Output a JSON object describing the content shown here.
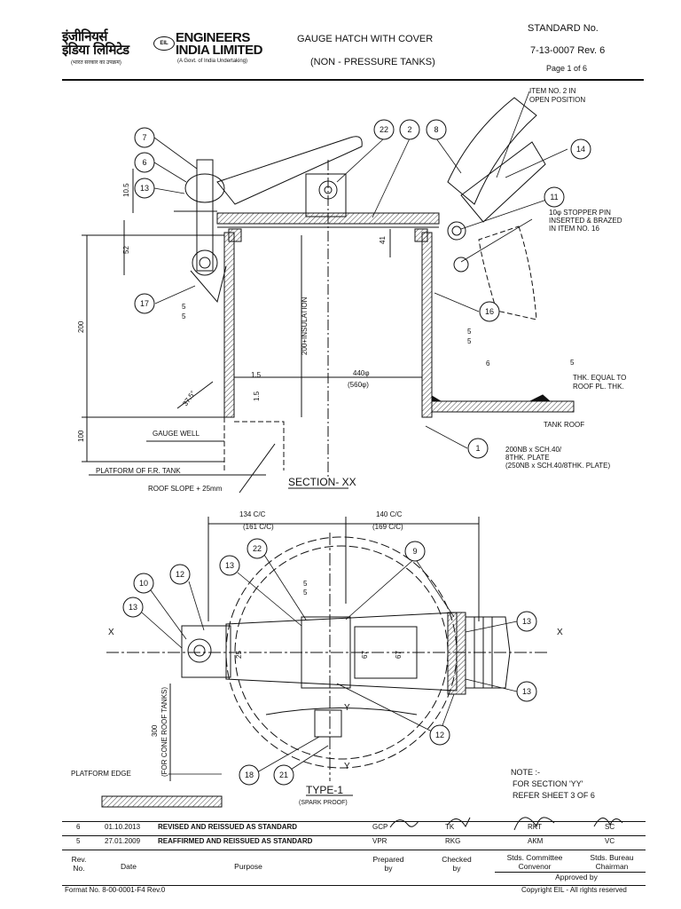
{
  "header": {
    "logo_hindi_1": "इंजीनियर्स",
    "logo_hindi_2": "इंडिया लिमिटेड",
    "logo_en_1": "ENGINEERS",
    "logo_en_2": "INDIA LIMITED",
    "logo_sub_hi": "(भारत सरकार का उपक्रम)",
    "logo_sub_en": "(A Govt. of India Undertaking)",
    "title": "GAUGE HATCH WITH COVER",
    "subtitle": "(NON - PRESSURE TANKS)",
    "standard_label": "STANDARD No.",
    "standard_no": "7-13-0007  Rev. 6",
    "page": "Page 1 of 6"
  },
  "section_xx": {
    "title": "SECTION- XX",
    "callouts": [
      "7",
      "6",
      "13",
      "22",
      "2",
      "8",
      "14",
      "11",
      "17",
      "16",
      "1"
    ],
    "notes": {
      "item2": "ITEM NO. 2 IN\nOPEN POSITION",
      "stopper": "10φ STOPPER PIN\nINSERTED & BRAZED\nIN ITEM NO. 16",
      "thk": "THK. EQUAL TO\nROOF PL. THK.",
      "tank_roof": "TANK ROOF",
      "pipe": "200NB x SCH.40/\n8THK. PLATE\n(250NB x SCH.40/8THK. PLATE)",
      "gauge_well": "GAUGE WELL",
      "platform": "PLATFORM OF F.R. TANK",
      "roof_slope": "ROOF SLOPE + 25mm"
    },
    "dims": {
      "d105": "10.5",
      "d52": "52",
      "d200": "200",
      "d100": "100",
      "ins": "200+INSULATION",
      "d41": "41",
      "d15a": "1.5",
      "d15b": "1.5",
      "ang": "37.5°",
      "dia": "440φ",
      "dia2": "(560φ)",
      "w5a": "5",
      "w5b": "5",
      "w5c": "5",
      "w5d": "5",
      "w6": "6",
      "w5e": "5"
    }
  },
  "type1": {
    "title": "TYPE-1",
    "subtitle": "(SPARK PROOF)",
    "dim1": "134 C/C",
    "dim1b": "(161 C/C)",
    "dim2": "140 C/C",
    "dim2b": "(169 C/C)",
    "callouts": [
      "22",
      "13",
      "9",
      "12",
      "10",
      "13",
      "13",
      "13",
      "12",
      "18",
      "21"
    ],
    "x": "X",
    "y": "Y",
    "d25": "25",
    "d67a": "67",
    "d67b": "67",
    "d300": "300",
    "cone": "(FOR CONE ROOF TANKS)",
    "platform_edge": "PLATFORM EDGE",
    "w5": "5",
    "w5b": "5"
  },
  "note": {
    "head": "NOTE :-",
    "l1": "FOR SECTION 'YY'",
    "l2": "REFER SHEET 3 OF 6"
  },
  "revisions": [
    {
      "rev": "6",
      "date": "01.10.2013",
      "purpose": "REVISED AND REISSUED AS STANDARD",
      "prep": "GCP",
      "chk": "TK",
      "conv": "RKT",
      "chair": "SC"
    },
    {
      "rev": "5",
      "date": "27.01.2009",
      "purpose": "REAFFIRMED AND REISSUED AS STANDARD",
      "prep": "VPR",
      "chk": "RKG",
      "conv": "AKM",
      "chair": "VC"
    }
  ],
  "table_head": {
    "rev": "Rev.\nNo.",
    "date": "Date",
    "purpose": "Purpose",
    "prep": "Prepared\nby",
    "chk": "Checked\nby",
    "conv": "Stds. Committee\nConvenor",
    "chair": "Stds. Bureau\nChairman",
    "approved": "Approved by"
  },
  "footer": {
    "format": "Format No. 8-00-0001-F4 Rev.0",
    "copyright": "Copyright EIL - All rights reserved"
  }
}
